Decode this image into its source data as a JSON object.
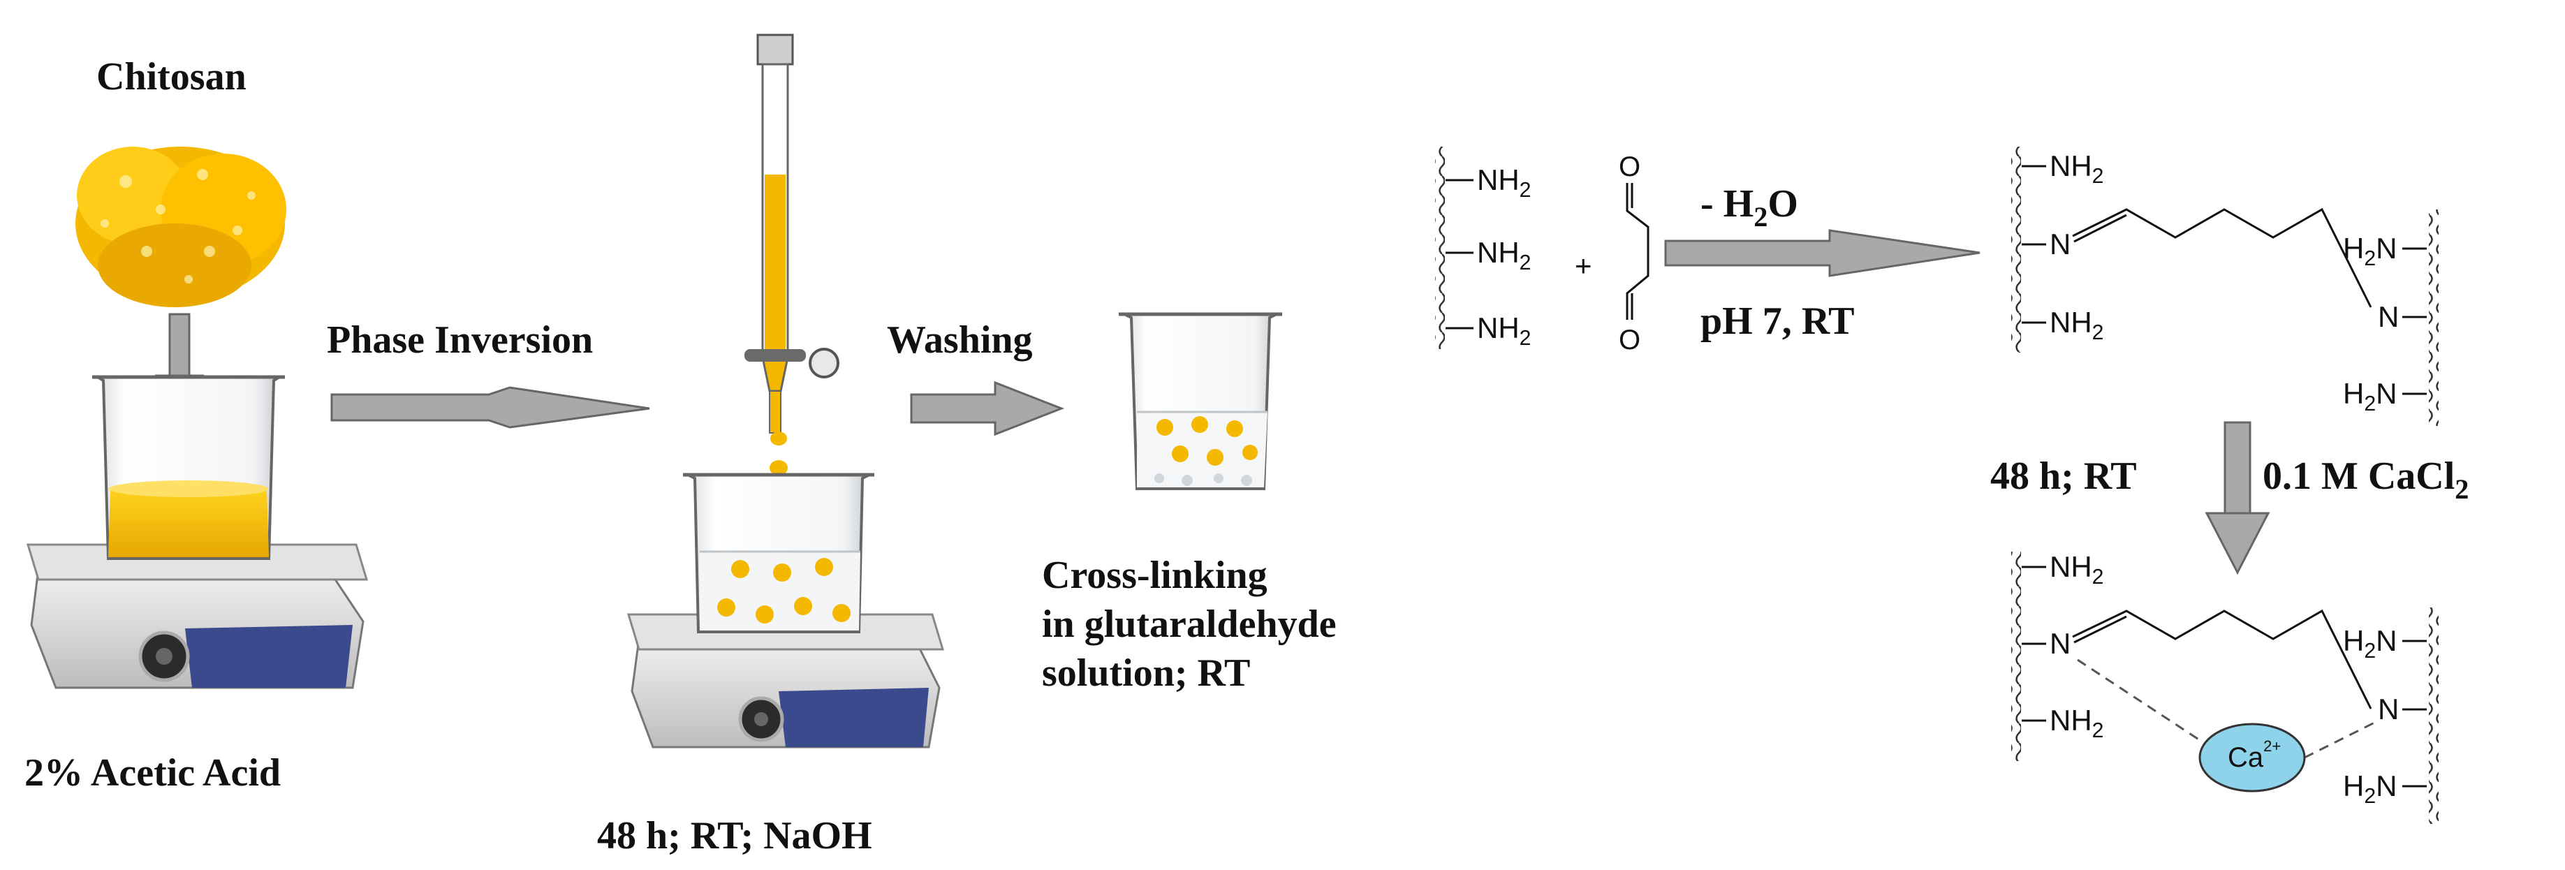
{
  "process": {
    "chitosan_label": "Chitosan",
    "acid_label": "2% Acetic Acid",
    "phase_inversion_label": "Phase Inversion",
    "washing_label": "Washing",
    "naoh_label": "48 h; RT; NaOH",
    "crosslink_line1": "Cross-linking",
    "crosslink_line2": "in glutaraldehyde",
    "crosslink_line3": "solution; RT"
  },
  "reaction": {
    "amine_group": "NH",
    "amine_sub": "2",
    "amine_left_prefix": "H",
    "plus": "+",
    "aldehyde_o": "O",
    "imine_n": "N",
    "water_prefix": "- H",
    "water_sub": "2",
    "water_suffix": "O",
    "ph_condition": "pH 7, RT",
    "calcium_time": "48 h; RT",
    "calcium_reagent_prefix": "0.1 M CaCl",
    "calcium_reagent_sub": "2",
    "calcium_ion": "Ca",
    "calcium_charge": "2+"
  },
  "colors": {
    "chitosan_yellow": "#f5b800",
    "arrow_gray": "#a9a9a9",
    "calcium_fill": "#8fd3ea",
    "hotplate_blue": "#3b4a8c"
  }
}
